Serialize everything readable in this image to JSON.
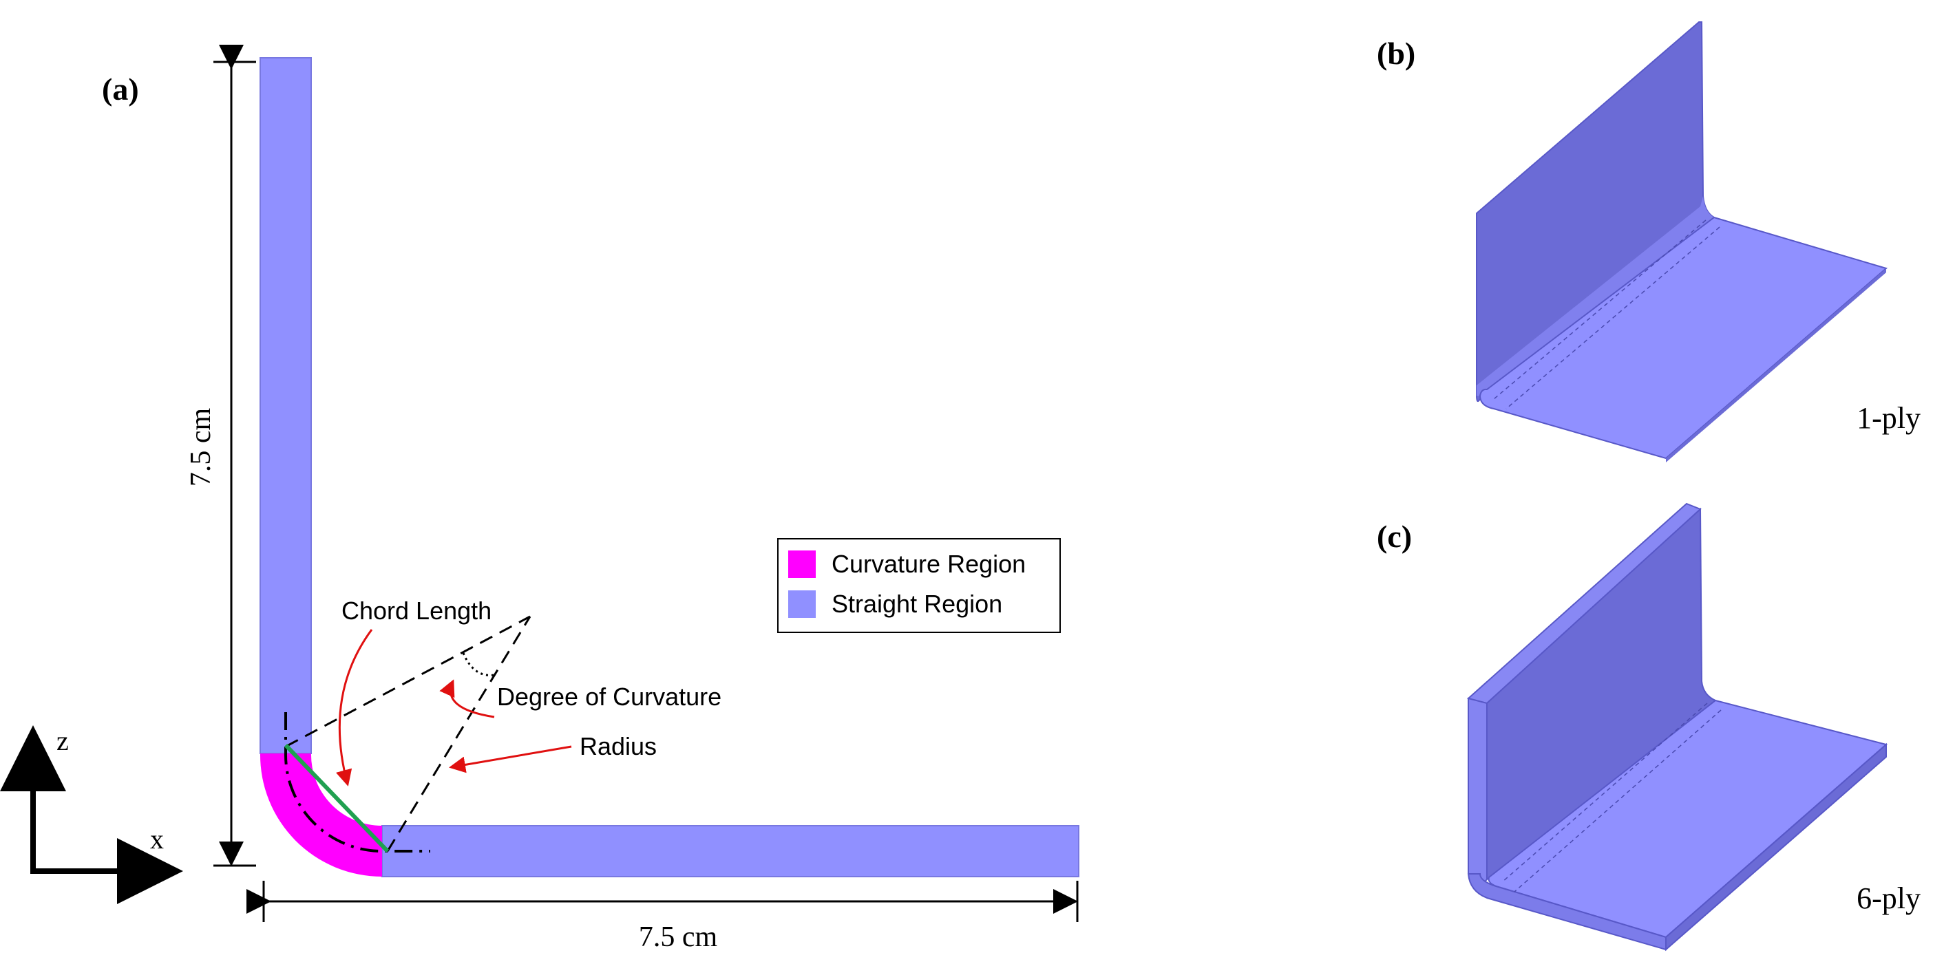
{
  "panel_labels": {
    "a": "(a)",
    "b": "(b)",
    "c": "(c)"
  },
  "dimensions": {
    "height_label": "7.5 cm",
    "width_label": "7.5 cm"
  },
  "axes": {
    "z": "z",
    "x": "x"
  },
  "annotations": {
    "chord_length": "Chord Length",
    "degree_of_curvature": "Degree of Curvature",
    "radius": "Radius"
  },
  "legend": [
    {
      "label": "Curvature Region",
      "color": "#ff00ff"
    },
    {
      "label": "Straight Region",
      "color": "#9090ff"
    }
  ],
  "views": {
    "b": "1-ply",
    "c": "6-ply"
  },
  "colors": {
    "straight": "#9090ff",
    "curvature": "#ff00ff",
    "chord": "#20a050",
    "arrow": "#e01010",
    "face_dark": "#6b6bd6",
    "face_light": "#9090ff",
    "edge": "#5858c8"
  }
}
